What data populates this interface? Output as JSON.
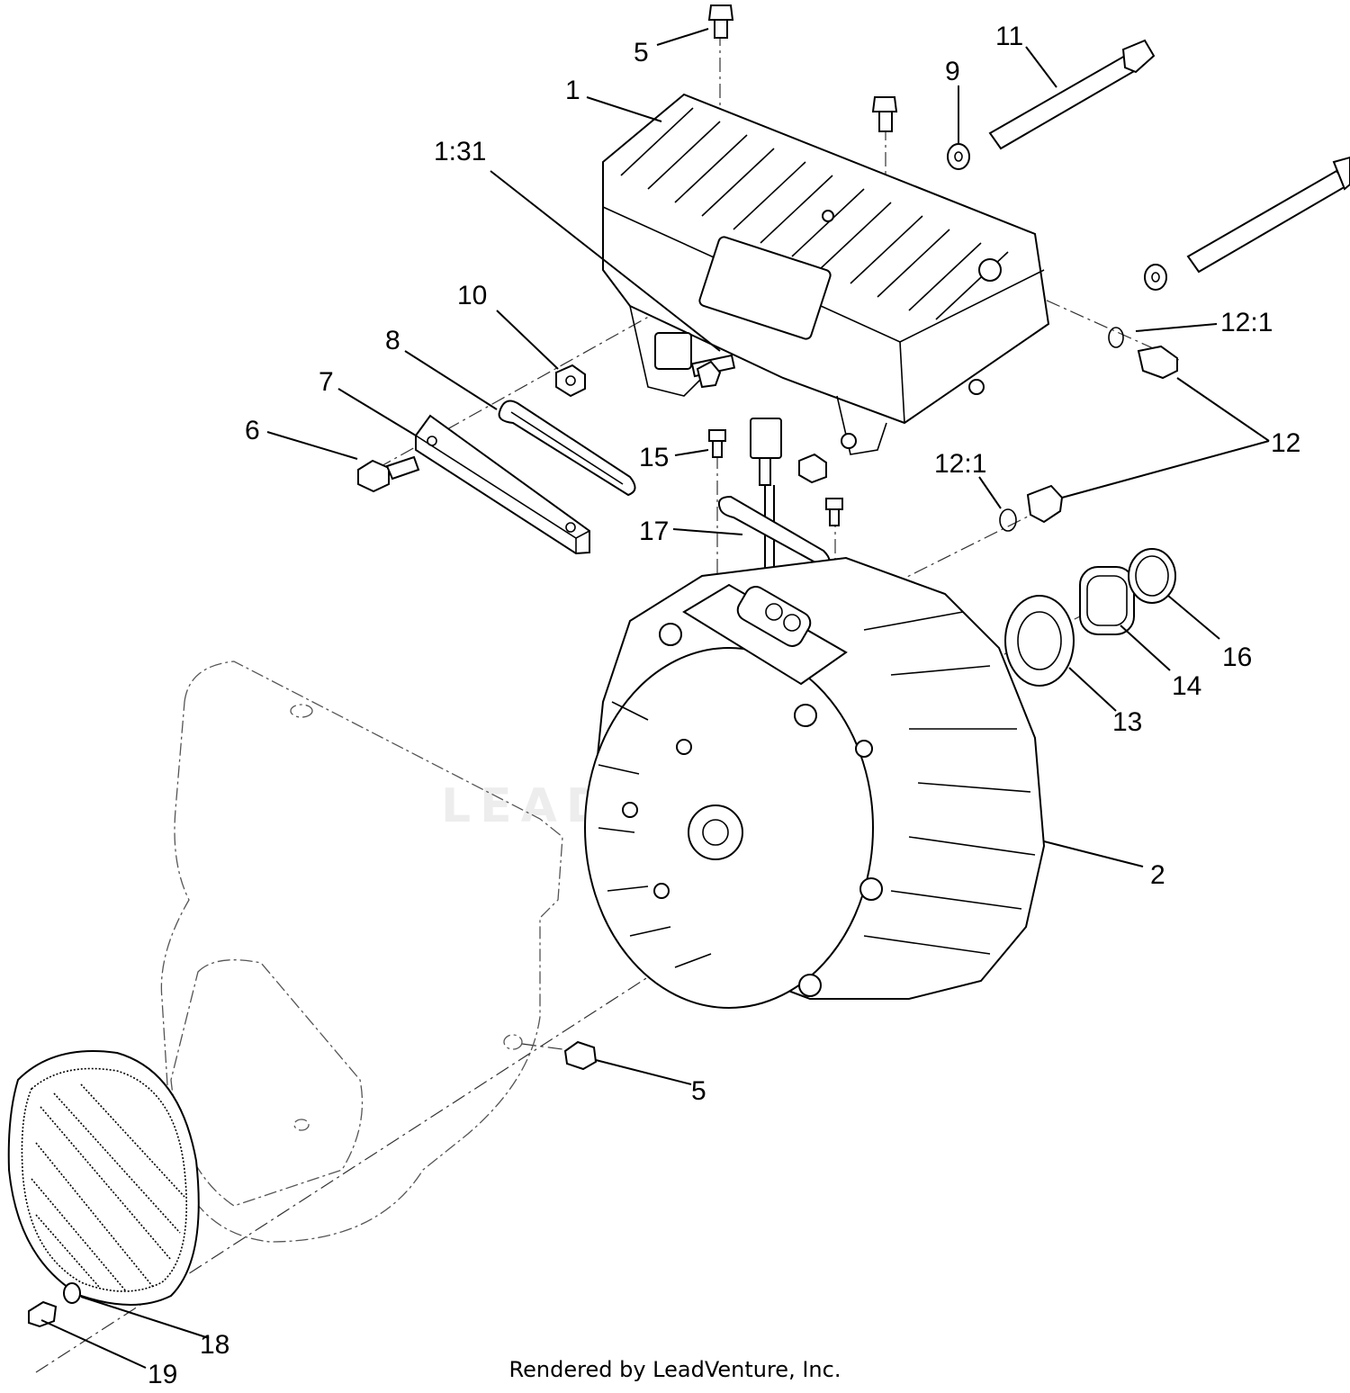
{
  "callouts": {
    "c1": "1",
    "c1_31": "1:31",
    "c2": "2",
    "c5_top": "5",
    "c5_bottom": "5",
    "c6": "6",
    "c7": "7",
    "c8": "8",
    "c9": "9",
    "c10": "10",
    "c11": "11",
    "c12": "12",
    "c12_1_upper": "12:1",
    "c12_1_lower": "12:1",
    "c13": "13",
    "c14": "14",
    "c15": "15",
    "c16": "16",
    "c17": "17",
    "c18": "18",
    "c19": "19"
  },
  "footer": "Rendered by LeadVenture, Inc.",
  "watermark": "LEADVENTURE"
}
